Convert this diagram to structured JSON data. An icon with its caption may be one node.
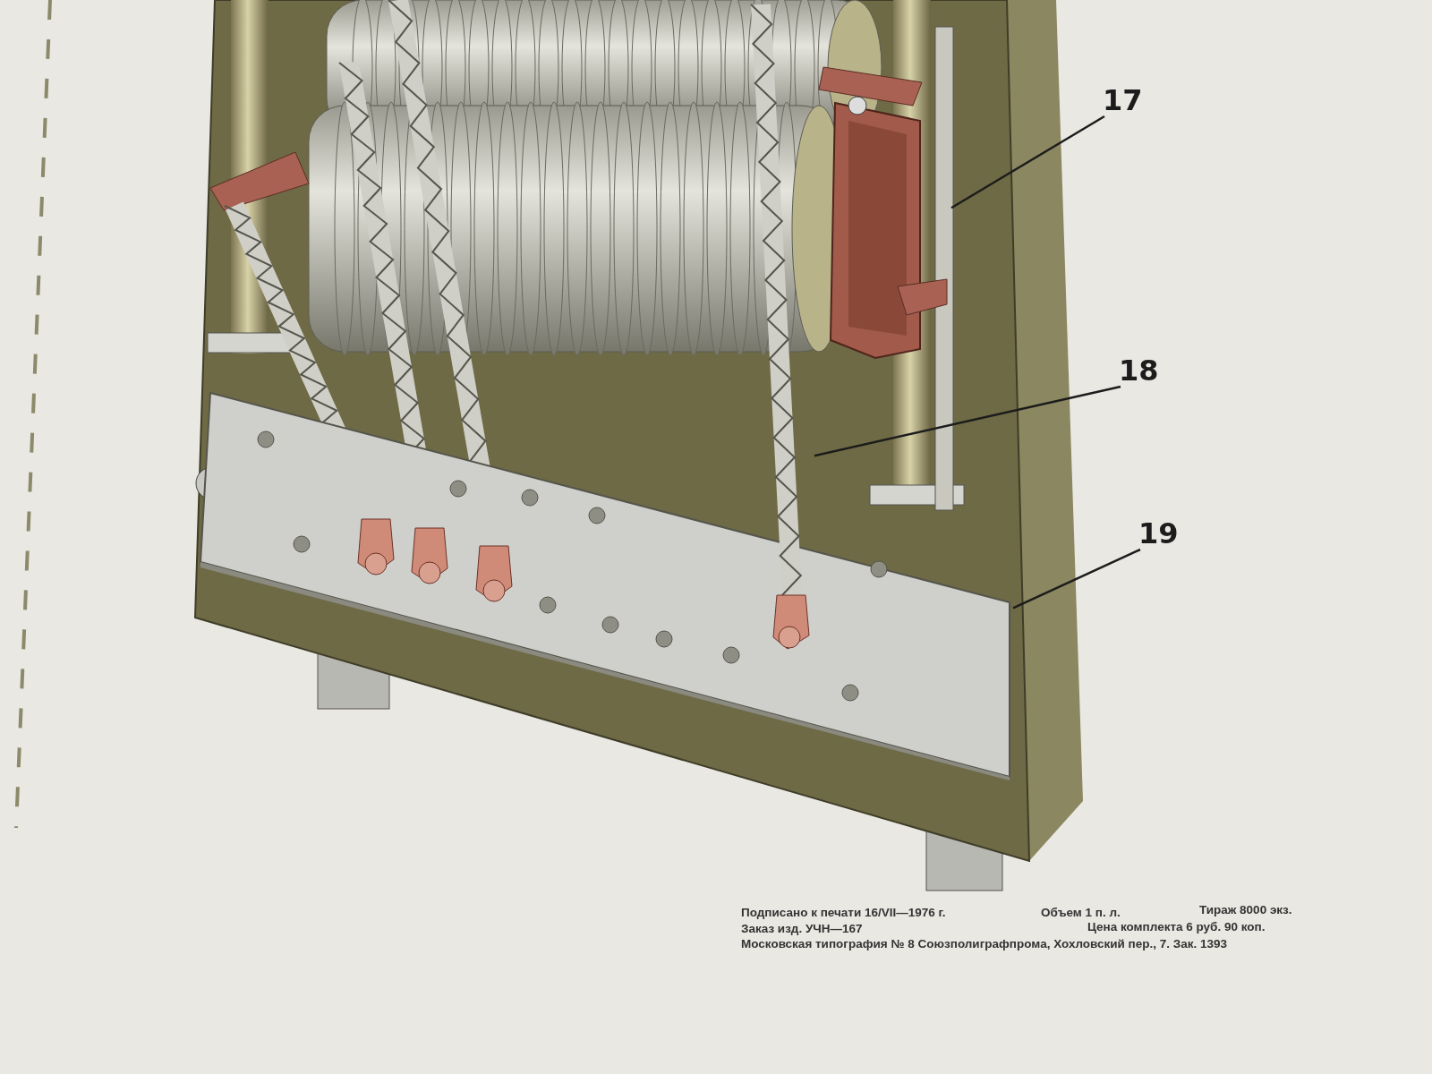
{
  "diagram": {
    "nodes": [
      {
        "text": [
          "17"
        ]
      },
      {
        "text": [],
        "shape": "picture"
      },
      {
        "text": [
          "18"
        ]
      },
      {
        "text": [],
        "shape": "picture"
      },
      {
        "text": [
          "19"
        ]
      },
      {
        "text": [],
        "shape": "picture"
      }
    ],
    "edges": [
      {
        "from": 0,
        "to": 1,
        "arrow": "none"
      },
      {
        "from": 2,
        "to": 3,
        "arrow": "none"
      },
      {
        "from": 4,
        "to": 5,
        "arrow": "none"
      }
    ],
    "labels": [
      "Подписано к печати 16/VII—1976 г.",
      "Объем 1 п. л.",
      "Тираж 8000 экз.",
      "Заказ изд. УЧН—167",
      "Цена комплекта 6 руб. 90 коп.",
      "Московская типография № 8 Союзполиграфпрома, Хохловский пер., 7. Зак. 1393"
    ]
  }
}
